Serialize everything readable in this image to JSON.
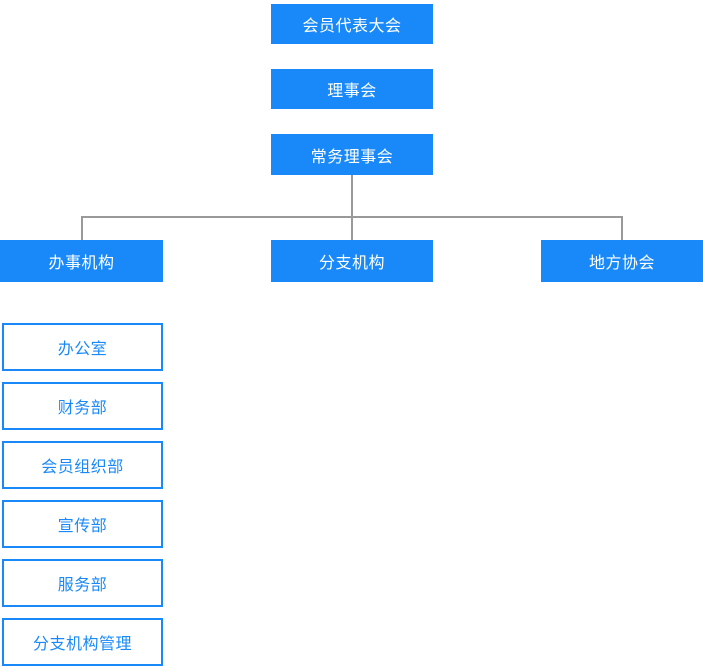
{
  "colors": {
    "primary_blue": "#1989fa",
    "node_text_on_blue": "#ffffff",
    "outline_node_text": "#1989fa",
    "connector_gray": "#999999",
    "background": "#ffffff"
  },
  "org_chart": {
    "type": "org-tree",
    "root_chain": [
      {
        "label": "会员代表大会"
      },
      {
        "label": "理事会"
      },
      {
        "label": "常务理事会"
      }
    ],
    "branches": [
      {
        "label": "办事机构"
      },
      {
        "label": "分支机构"
      },
      {
        "label": "地方协会"
      }
    ],
    "office_departments": [
      {
        "label": "办公室"
      },
      {
        "label": "财务部"
      },
      {
        "label": "会员组织部"
      },
      {
        "label": "宣传部"
      },
      {
        "label": "服务部"
      },
      {
        "label": "分支机构管理"
      }
    ]
  }
}
